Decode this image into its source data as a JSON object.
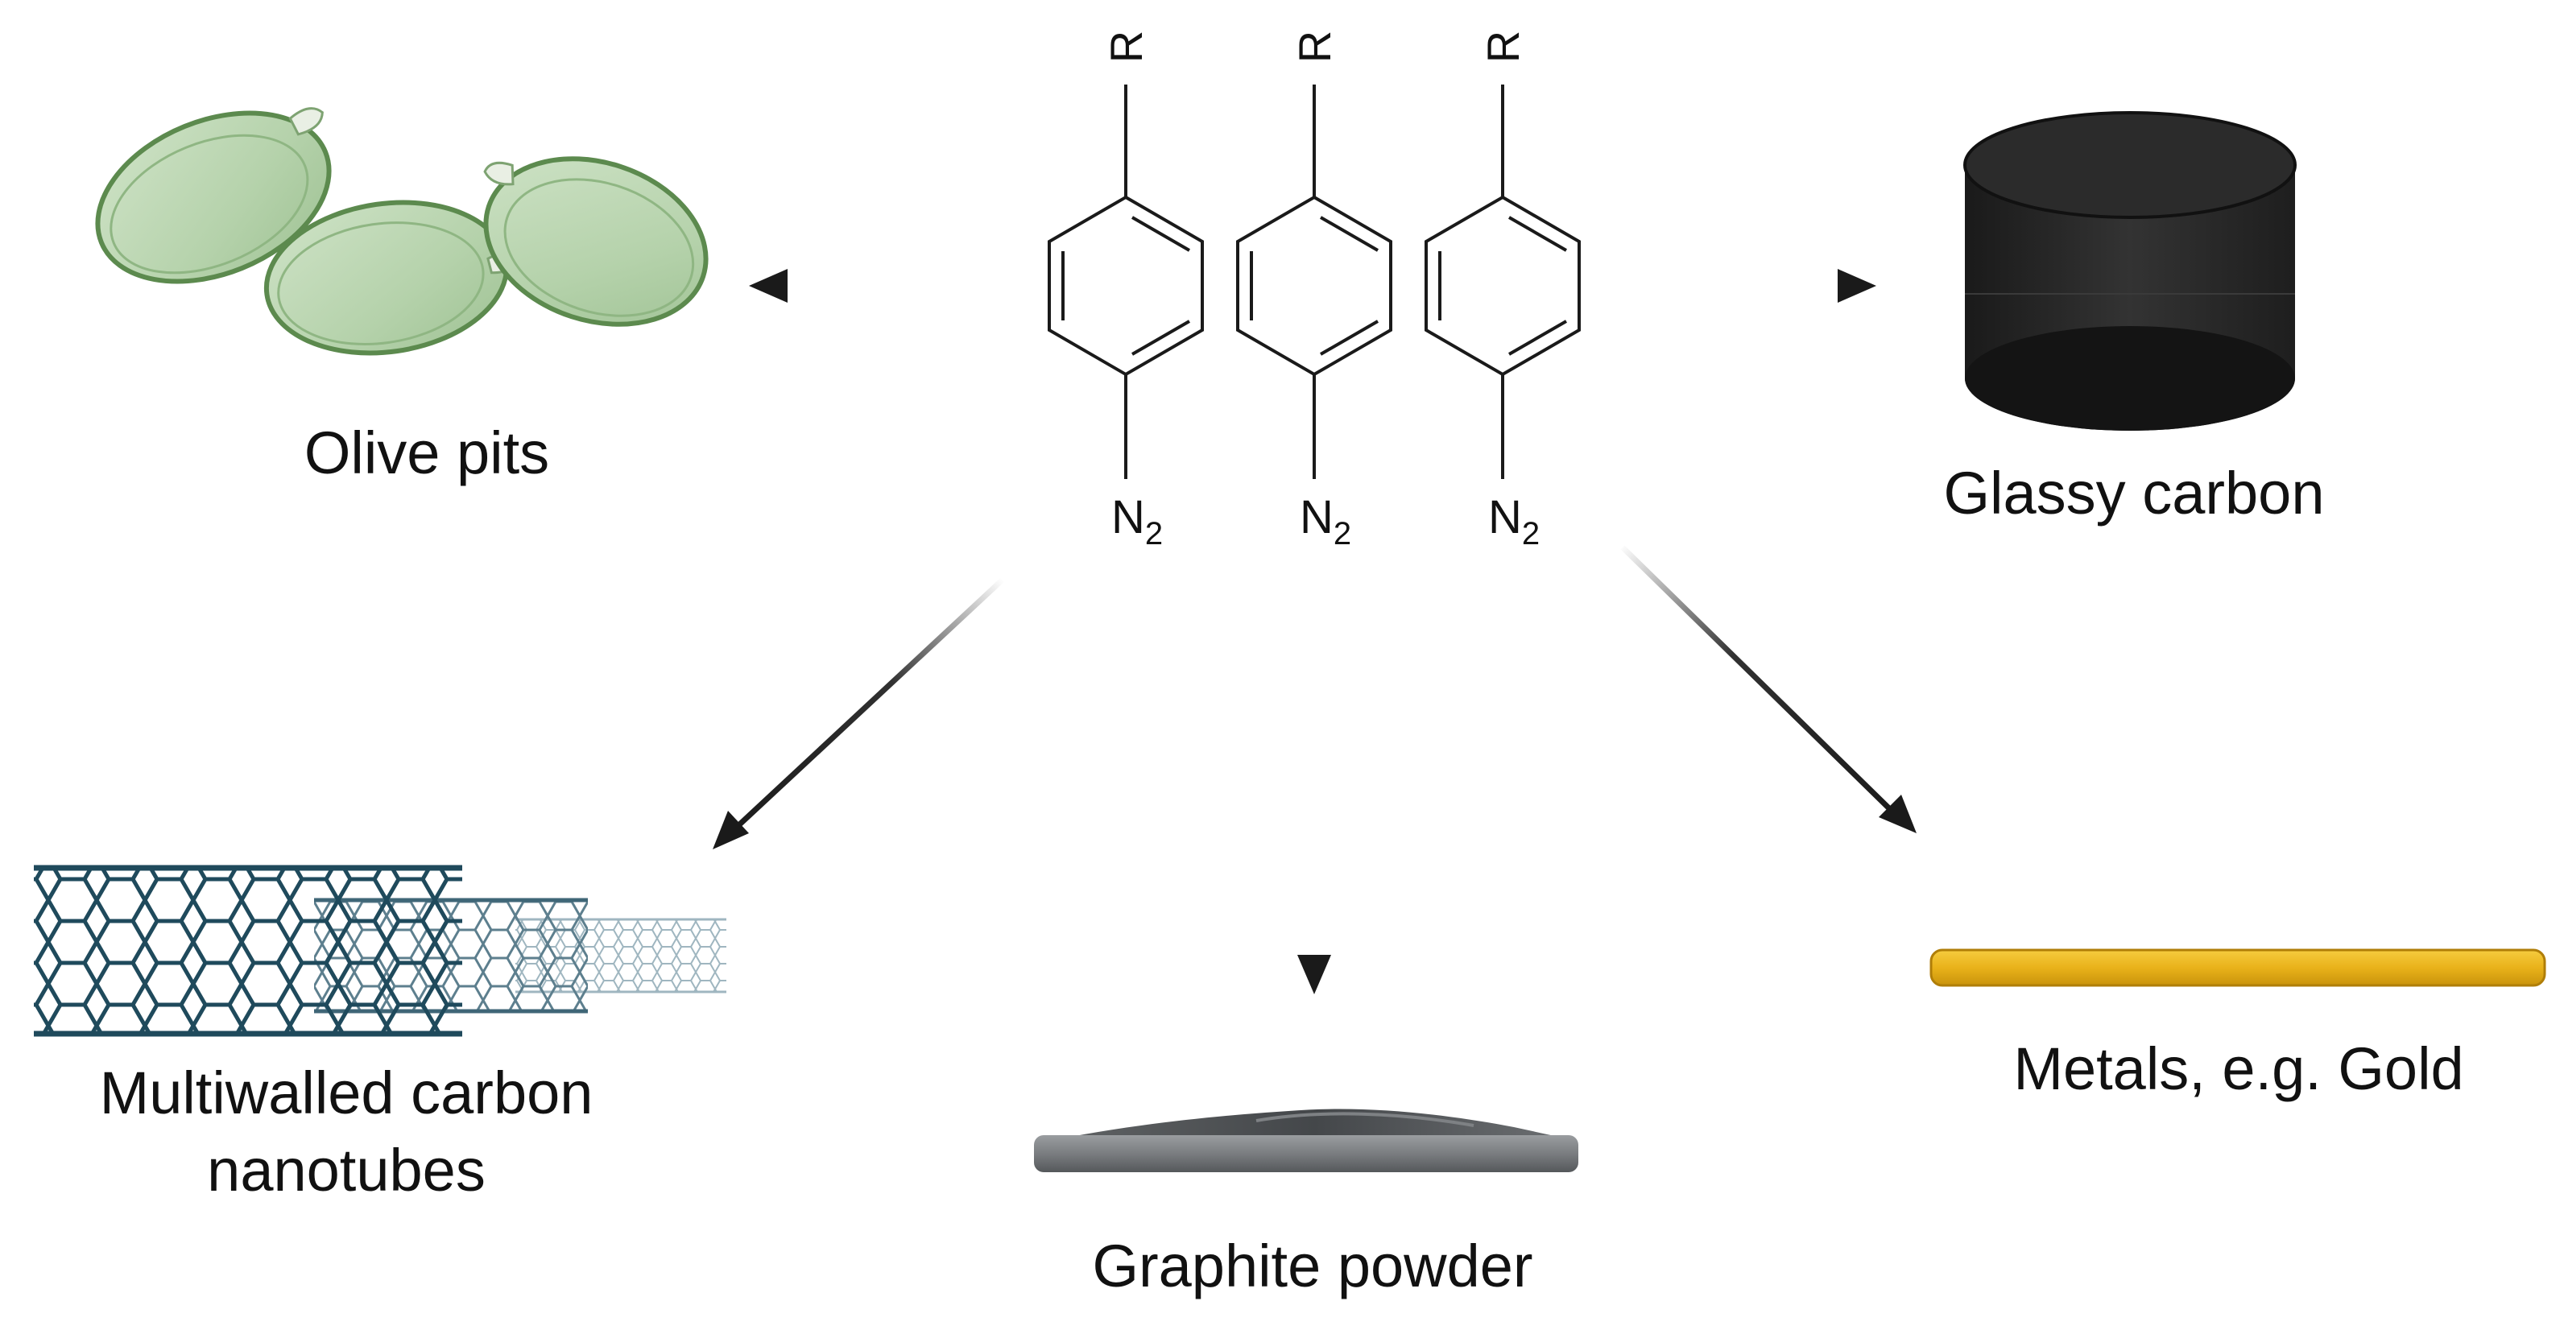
{
  "diagram": {
    "center_molecule": {
      "substituent": "R",
      "group": "N",
      "group_subscript": "2",
      "copies": 3
    },
    "targets": {
      "olive_pits": "Olive pits",
      "glassy_carbon": "Glassy carbon",
      "mwcnt": "Multiwalled carbon nanotubes",
      "graphite_powder": "Graphite powder",
      "metals": "Metals, e.g. Gold"
    },
    "colors": {
      "arrow": "#1a1a1a",
      "olive_fill": "#b7d4ae",
      "olive_stroke": "#5c8a4e",
      "glassy_carbon": "#262626",
      "nanotube": "#1f4a5c",
      "graphite_base": "#7a7d80",
      "gold": "#e9b21a"
    }
  }
}
